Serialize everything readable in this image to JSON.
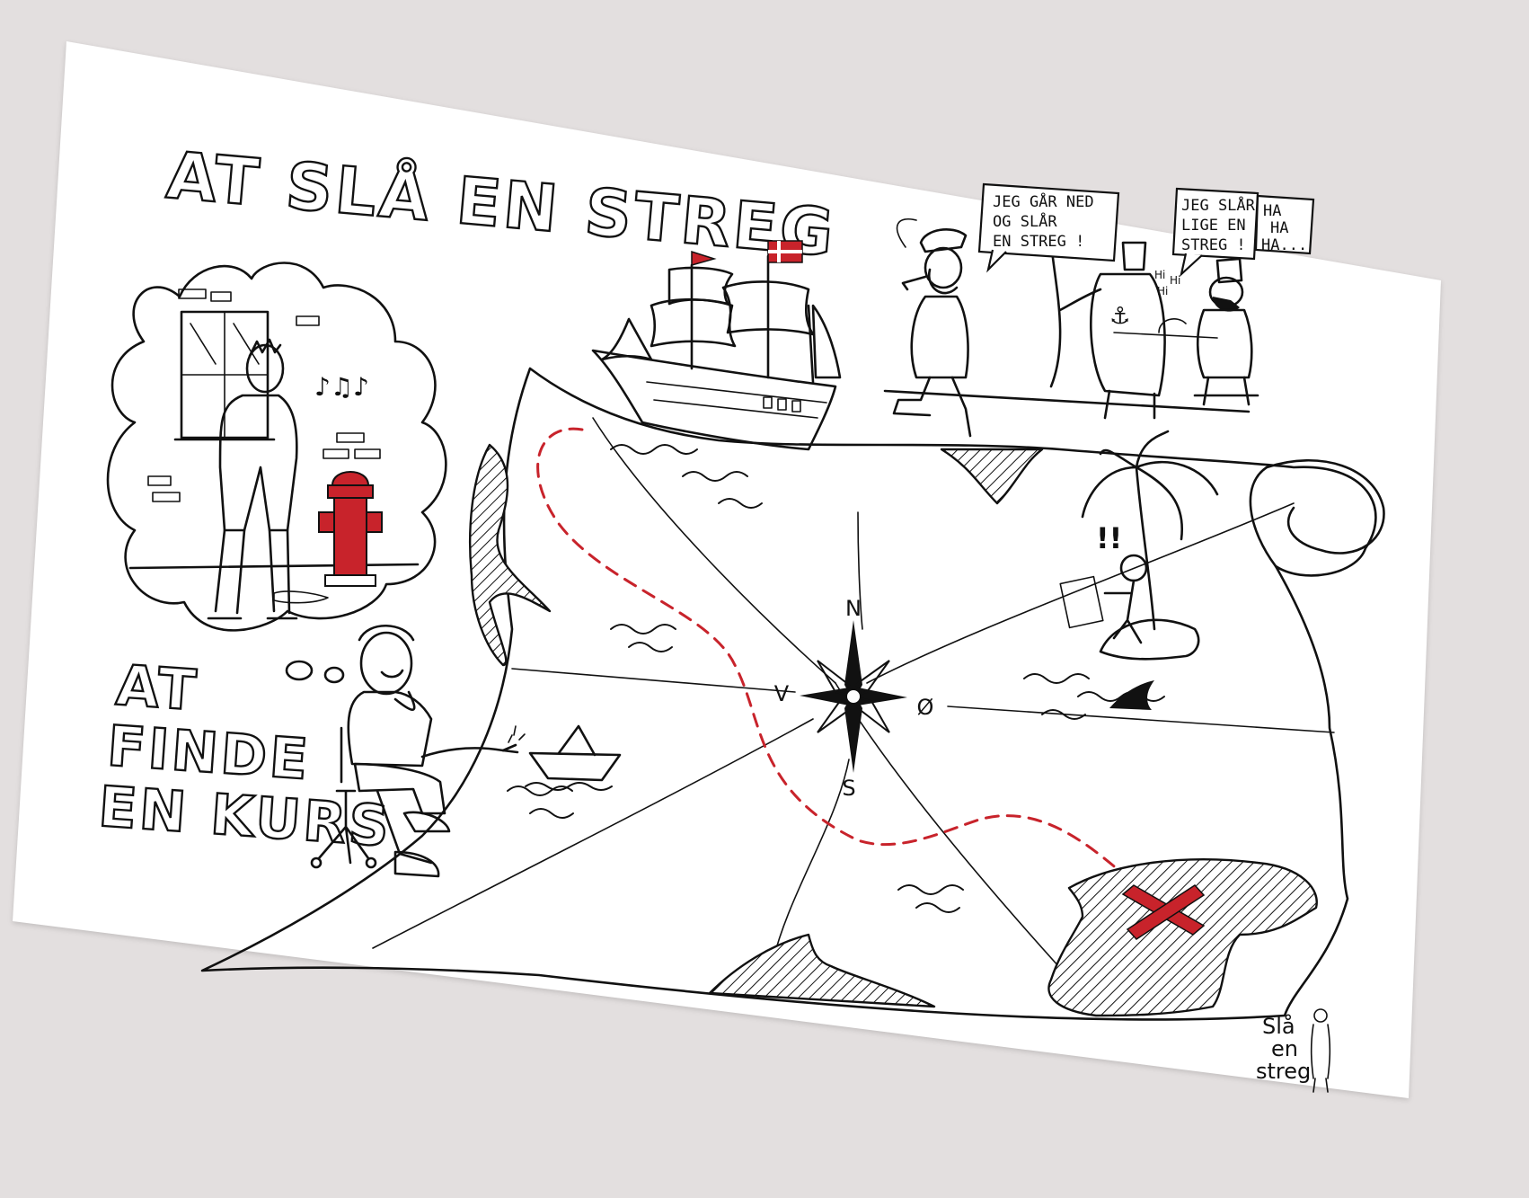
{
  "title": "AT SLÅ EN STREG",
  "subtitle": {
    "line1": "AT",
    "line2": "FINDE",
    "line3": "EN KURS"
  },
  "compass": {
    "north": "N",
    "south": "S",
    "east": "Ø",
    "west": "V"
  },
  "speech": {
    "captain": [
      "JEG GÅR NED",
      "OG SLÅR",
      "EN STREG !"
    ],
    "sailor": [
      "JEG SLÅR",
      "LIGE EN",
      "STREG !"
    ],
    "laugh": [
      "HA",
      "HA",
      "HA..."
    ],
    "giggle": [
      "Hi",
      "Hi",
      "Hi"
    ]
  },
  "castaway_note": "!!",
  "signature": [
    "Slå",
    "en",
    "streg"
  ],
  "colors": {
    "accent_red": "#c8232b",
    "ink": "#111111",
    "paper": "#ffffff",
    "background": "#e3dfdf"
  },
  "icons": [
    "compass-rose-icon",
    "ship-icon",
    "danish-flag-icon",
    "fire-hydrant-icon",
    "palm-tree-icon",
    "shark-fin-icon",
    "paper-boat-icon",
    "treasure-x-icon"
  ]
}
